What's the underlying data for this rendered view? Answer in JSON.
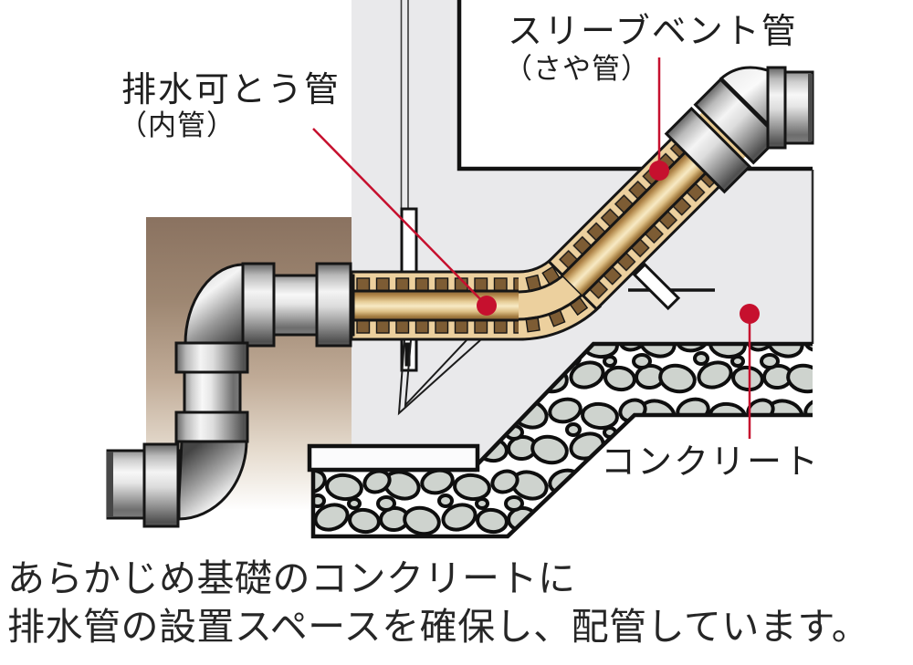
{
  "illustration": {
    "labels": {
      "sleeve_pipe": {
        "line1": "スリーブベント管",
        "line2": "（さや管）"
      },
      "inner_pipe": {
        "line1": "排水可とう管",
        "line2": "（内管）"
      },
      "concrete": "コンクリート"
    },
    "colors": {
      "leader_red": "#c6102e",
      "soil_brown": "#8a7260",
      "sheath_tan": "#ecd09e",
      "tooth_brown": "#7d5c34",
      "concrete_gray": "#e9e9eb",
      "stone_gray": "#ced3ce"
    }
  },
  "caption": {
    "line1": "あらかじめ基礎のコンクリートに",
    "line2": "排水管の設置スペースを確保し、配管しています。"
  }
}
